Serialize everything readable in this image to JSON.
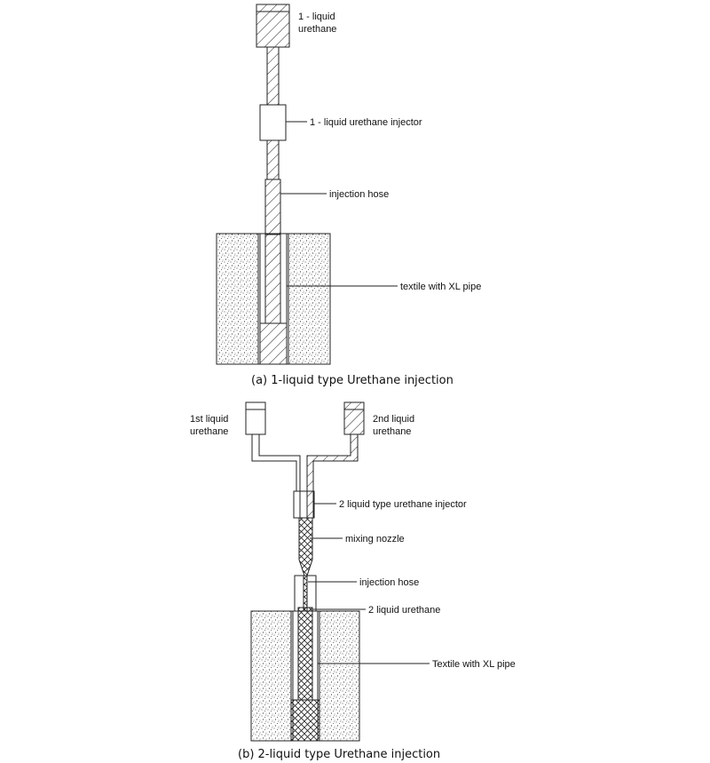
{
  "diagram_a": {
    "label_reservoir_line1": "1 - liquid",
    "label_reservoir_line2": "urethane",
    "label_injector": "1 - liquid urethane injector",
    "label_hose": "injection hose",
    "label_textile": "textile with XL pipe",
    "caption": "(a)  1-liquid  type  Urethane  injection"
  },
  "diagram_b": {
    "label_first_line1": "1st liquid",
    "label_first_line2": "urethane",
    "label_second_line1": "2nd liquid",
    "label_second_line2": "urethane",
    "label_injector": "2 liquid type urethane injector",
    "label_nozzle": "mixing nozzle",
    "label_hose": "injection hose",
    "label_urethane": "2 liquid urethane",
    "label_textile": "Textile with XL pipe",
    "caption": "(b)  2-liquid  type  Urethane  injection"
  },
  "colors": {
    "line": "#222222",
    "background": "#ffffff"
  }
}
